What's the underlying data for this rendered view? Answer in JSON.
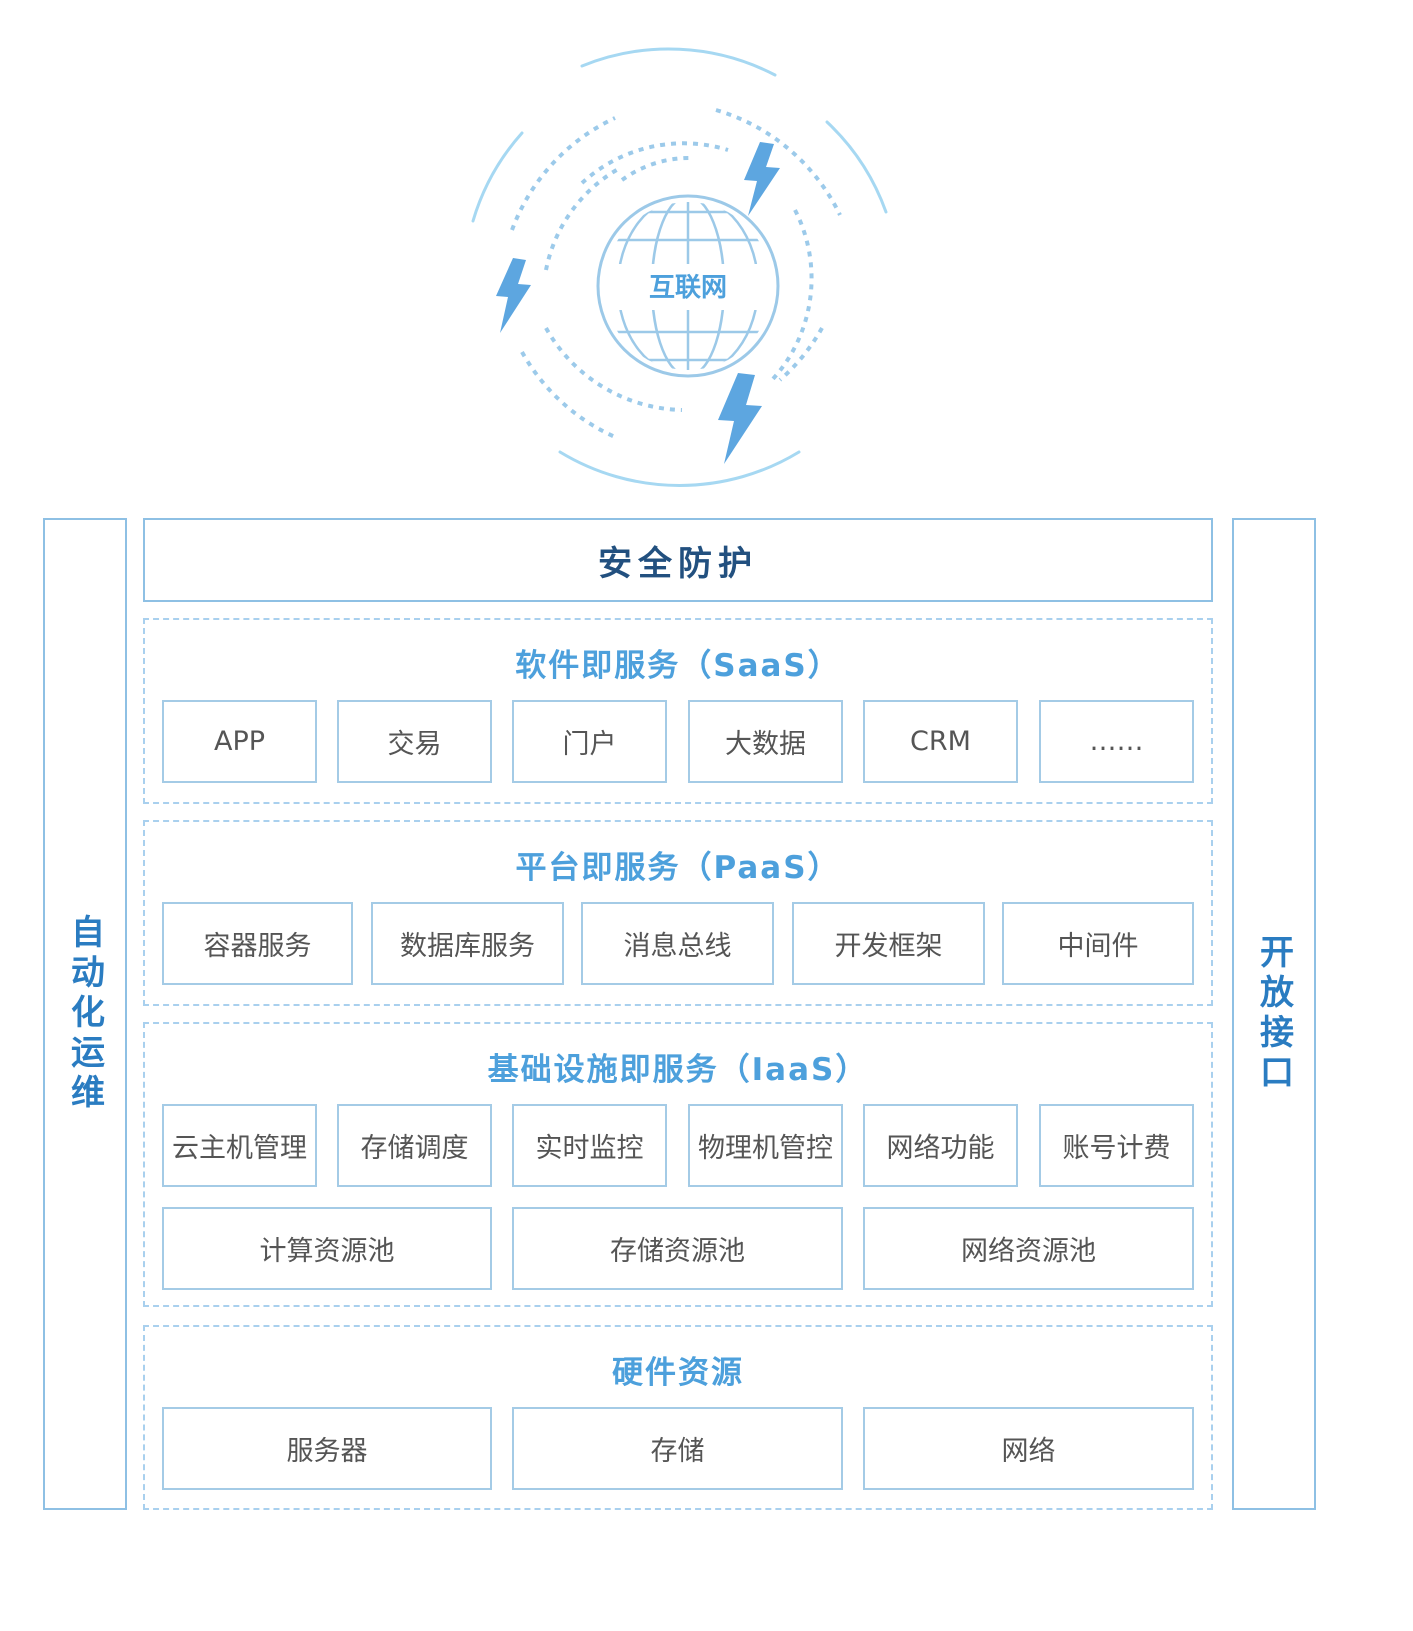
{
  "colors": {
    "accent_blue": "#4da0dc",
    "dark_blue": "#22507f",
    "border_blue": "#8ec0e4",
    "dashed_border": "#a9d0ee",
    "bolt_blue": "#5da6e0",
    "box_text": "#555555"
  },
  "header": {
    "globe_label": "互联网",
    "icons": [
      "globe-icon",
      "lightning-bolt-icon"
    ]
  },
  "left_sidebar": {
    "label": "自动化运维"
  },
  "right_sidebar": {
    "label": "开放接口"
  },
  "security": {
    "label": "安全防护"
  },
  "layers": {
    "saas": {
      "title": "软件即服务（SaaS）",
      "items": [
        "APP",
        "交易",
        "门户",
        "大数据",
        "CRM",
        "……"
      ]
    },
    "paas": {
      "title": "平台即服务（PaaS）",
      "items": [
        "容器服务",
        "数据库服务",
        "消息总线",
        "开发框架",
        "中间件"
      ]
    },
    "iaas": {
      "title": "基础设施即服务（IaaS）",
      "items": [
        "云主机管理",
        "存储调度",
        "实时监控",
        "物理机管控",
        "网络功能",
        "账号计费"
      ],
      "pools": [
        "计算资源池",
        "存储资源池",
        "网络资源池"
      ]
    },
    "hardware": {
      "title": "硬件资源",
      "items": [
        "服务器",
        "存储",
        "网络"
      ]
    }
  }
}
